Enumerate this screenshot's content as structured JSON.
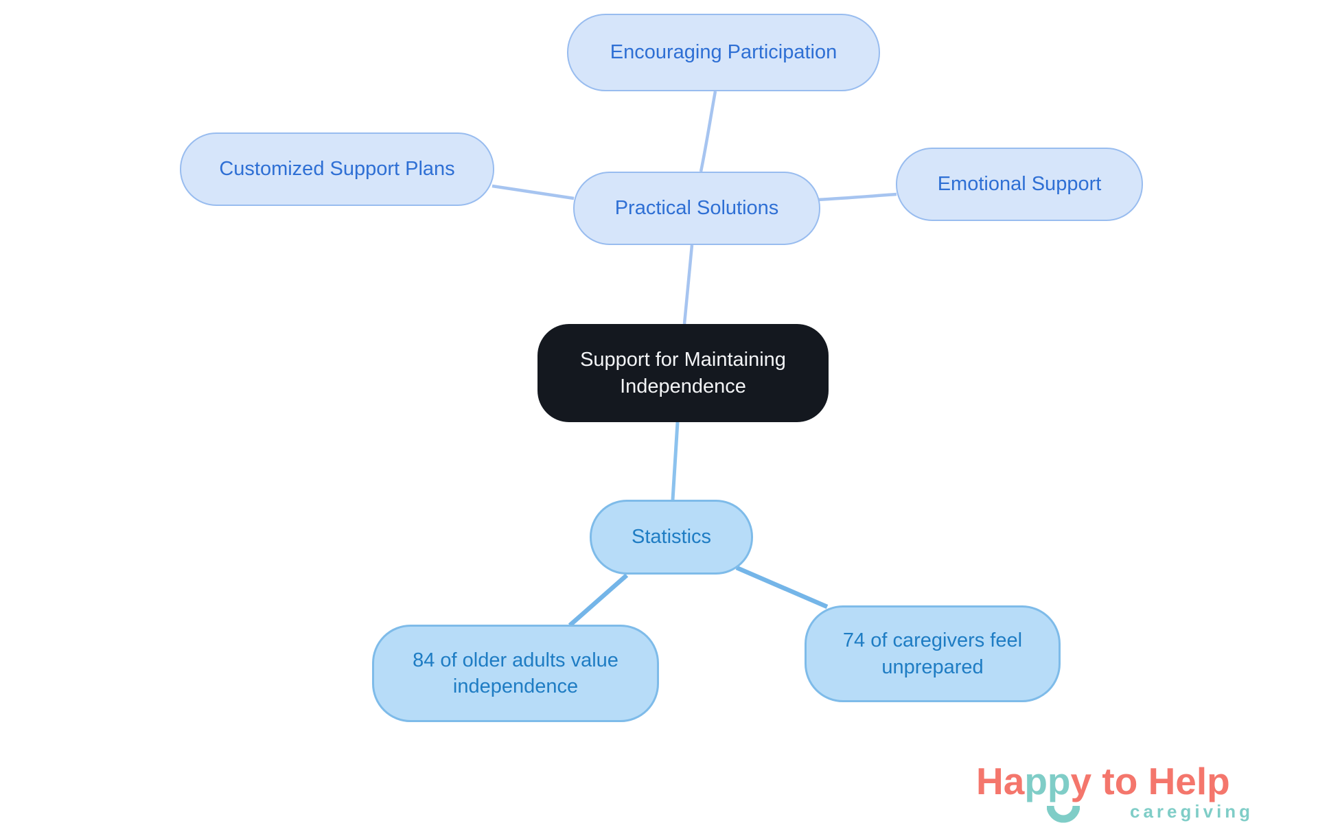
{
  "diagram": {
    "central": {
      "label": "Support for Maintaining Independence"
    },
    "branches": {
      "practical_solutions": {
        "label": "Practical Solutions"
      },
      "encouraging_participation": {
        "label": "Encouraging Participation"
      },
      "customized_support_plans": {
        "label": "Customized Support Plans"
      },
      "emotional_support": {
        "label": "Emotional Support"
      },
      "statistics": {
        "label": "Statistics"
      },
      "stat_older_adults": {
        "label": "84 of older adults value independence"
      },
      "stat_caregivers": {
        "label": "74 of caregivers feel unprepared"
      }
    }
  },
  "logo": {
    "part_ha": "Ha",
    "part_pp": "pp",
    "part_y_to_help": "y to Help",
    "tagline": "caregiving"
  },
  "colors": {
    "background": "#FFFFFF",
    "central_fill": "#14181F",
    "central_text": "#F4F5F7",
    "branch_fill": "#D6E5FA",
    "branch_border": "#98BCEF",
    "branch_text": "#2E6FD4",
    "stats_fill": "#B7DCF8",
    "stats_border": "#7EBBE9",
    "stats_text": "#1E7CC3",
    "edge_upper": "#A6C4F0",
    "edge_mid": "#8CC2EE",
    "edge_lower": "#74B5E8",
    "logo_coral": "#F4766C",
    "logo_teal": "#7FCDC7"
  }
}
